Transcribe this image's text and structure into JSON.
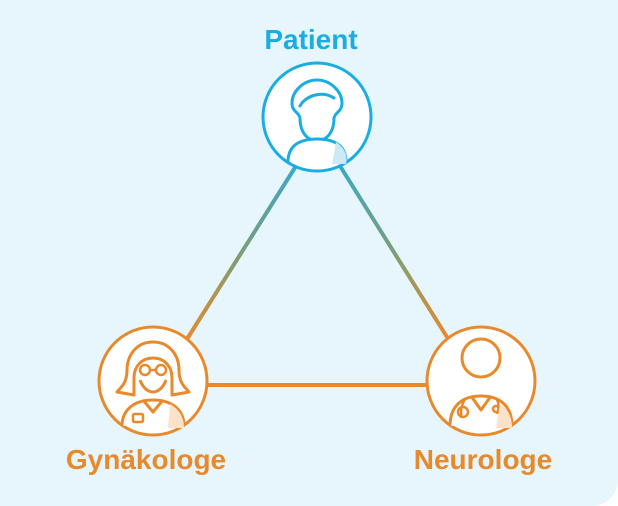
{
  "nodes": {
    "patient": {
      "label": "Patient",
      "icon": "patient-icon",
      "color": "#1aade2"
    },
    "gynecologist": {
      "label": "Gynäkologe",
      "icon": "female-doctor-icon",
      "color": "#e8892c"
    },
    "neurologist": {
      "label": "Neurologe",
      "icon": "male-doctor-icon",
      "color": "#e8892c"
    }
  },
  "colors": {
    "background": "#e6f6fc",
    "accent_blue": "#1aade2",
    "accent_orange": "#e8892c",
    "connector_mid": "#5aa39b"
  }
}
